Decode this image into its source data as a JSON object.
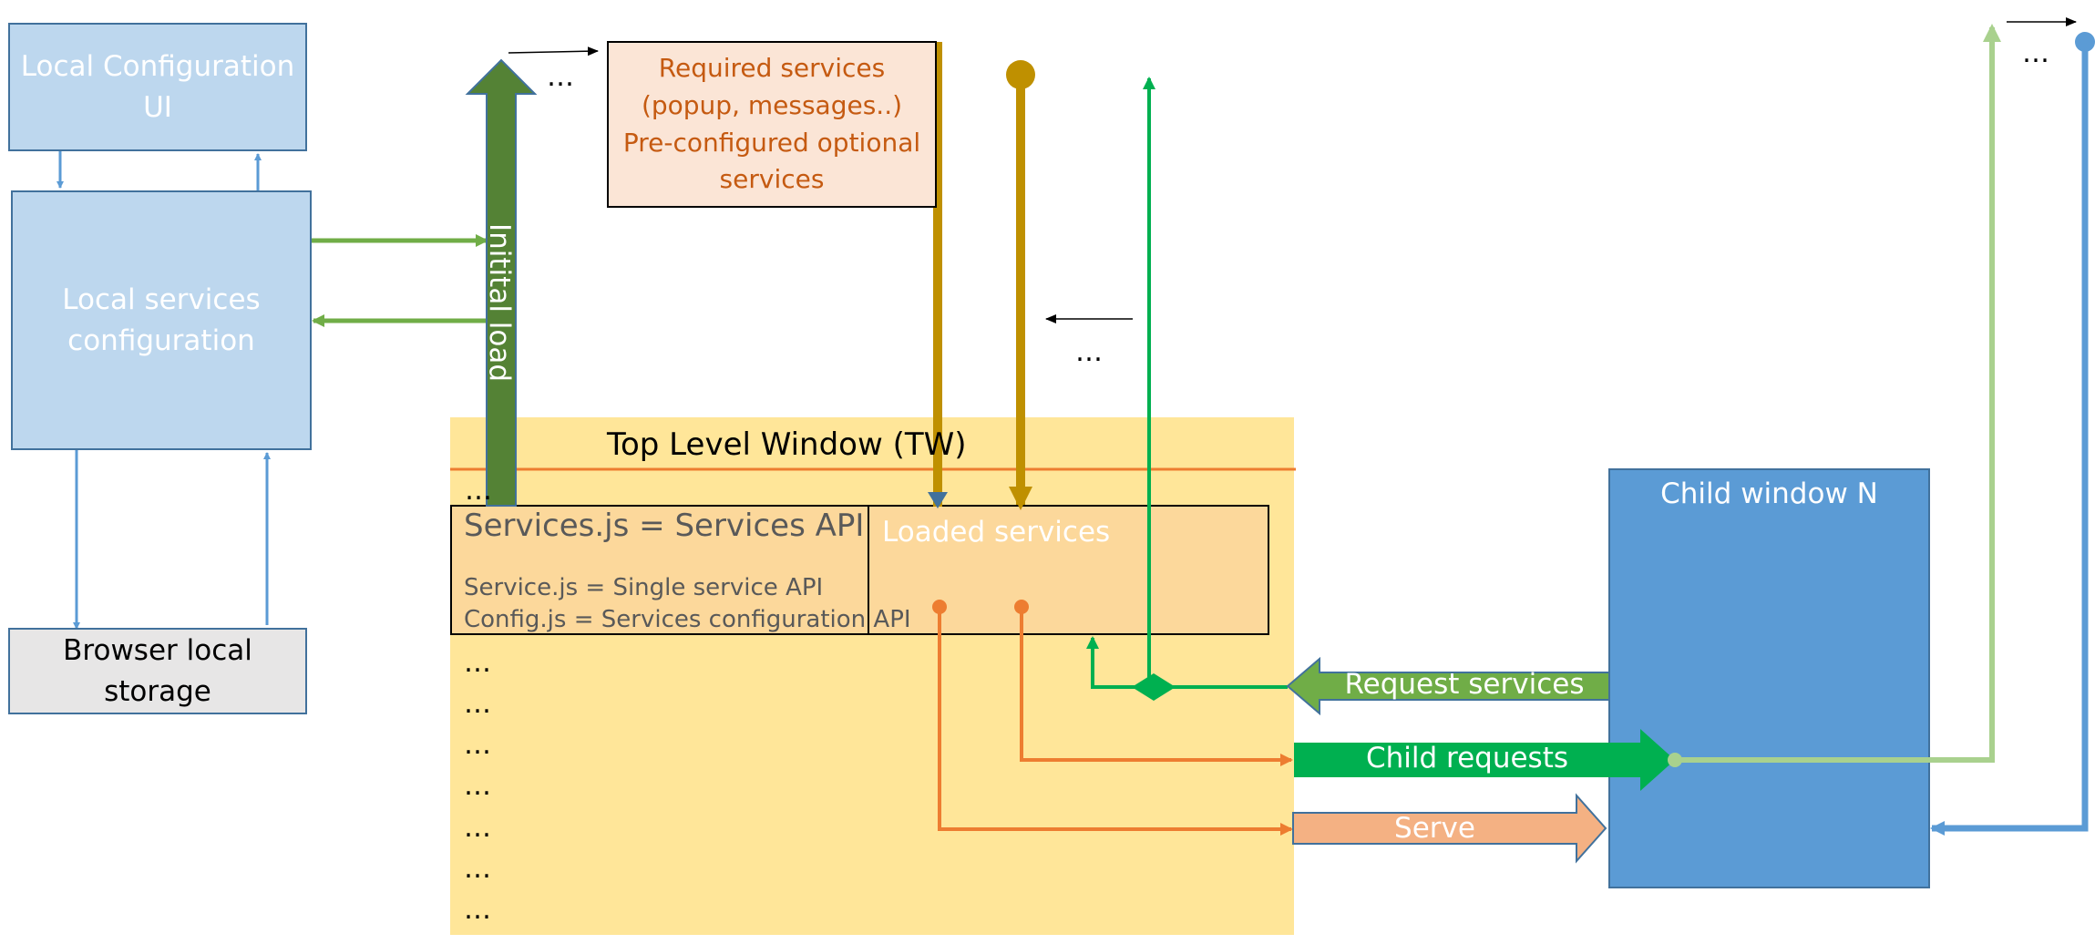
{
  "boxes": {
    "local_config_ui": "Local Configuration UI",
    "local_services_config": "Local services configuration",
    "browser_storage": "Browser local storage",
    "required_services": "Required services (popup, messages..) Pre-configured optional services",
    "top_level_window": "Top Level Window (TW)",
    "child_window": "Child window N",
    "services_api": "Services.js = Services API",
    "single_service_api": "Service.js = Single service API",
    "config_api": "Config.js = Services configuration API",
    "loaded_services": "Loaded services"
  },
  "arrows": {
    "initial_load": "Initital load",
    "request_services": "Request services",
    "child_requests": "Child requests",
    "serve": "Serve"
  },
  "ellipsis": "…",
  "colors": {
    "light_blue_fill": "#bdd7ee",
    "blue_border": "#41719c",
    "blue": "#5b9bd5",
    "dark_green": "#548235",
    "green": "#70ad47",
    "bright_green": "#00b050",
    "light_green": "#a9d18e",
    "gold": "#bf9000",
    "orange": "#ed7d31",
    "salmon": "#f4b183",
    "peach_fill": "#fbe5d6",
    "yellow_fill": "#ffe699",
    "loaded_fill": "#fcd89b",
    "grey_fill": "#e7e6e6"
  }
}
